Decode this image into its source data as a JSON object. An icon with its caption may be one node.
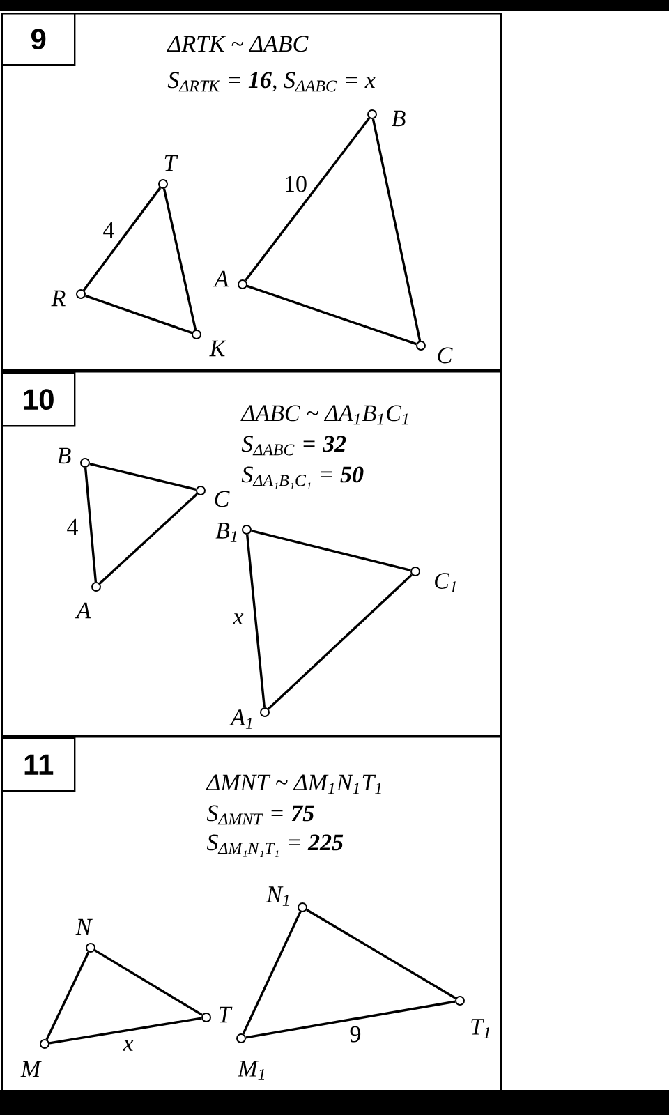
{
  "diagram": {
    "nodes": [
      {
        "text": [
          "ΔRTK ~ ΔABC",
          "S$_{ΔRTK}$ = **16**, S$_{ΔABC}$ = x"
        ]
      },
      {
        "text": [
          "9"
        ],
        "in": 0
      },
      {
        "text": [],
        "shape": "circle",
        "beside": [
          "T"
        ],
        "in": 0
      },
      {
        "text": [],
        "shape": "circle",
        "beside": [
          "R"
        ],
        "in": 0
      },
      {
        "text": [],
        "shape": "circle",
        "beside": [
          "K"
        ],
        "in": 0
      },
      {
        "text": [],
        "shape": "circle",
        "beside": [
          "B"
        ],
        "in": 0
      },
      {
        "text": [],
        "shape": "circle",
        "beside": [
          "A"
        ],
        "in": 0
      },
      {
        "text": [],
        "shape": "circle",
        "beside": [
          "C"
        ],
        "in": 0
      },
      {
        "text": [
          "ΔABC ~ ΔA$_{1}$B$_{1}$C$_{1}$",
          "S$_{ΔABC}$ = **32**",
          "S$_{ΔA₁B₁C₁}$ = **50**"
        ]
      },
      {
        "text": [
          "10"
        ],
        "in": 8
      },
      {
        "text": [],
        "shape": "circle",
        "beside": [
          "B"
        ],
        "in": 8
      },
      {
        "text": [],
        "shape": "circle",
        "beside": [
          "C"
        ],
        "in": 8
      },
      {
        "text": [],
        "shape": "circle",
        "beside": [
          "A"
        ],
        "in": 8
      },
      {
        "text": [],
        "shape": "circle",
        "beside": [
          "B$_{1}$"
        ],
        "in": 8
      },
      {
        "text": [],
        "shape": "circle",
        "beside": [
          "C$_{1}$"
        ],
        "in": 8
      },
      {
        "text": [],
        "shape": "circle",
        "beside": [
          "A$_{1}$"
        ],
        "in": 8
      },
      {
        "text": [
          "ΔMNT ~ ΔM$_{1}$N$_{1}$T$_{1}$",
          "S$_{ΔMNT}$ = **75**",
          "S$_{ΔM₁N₁T₁}$ = **225**"
        ]
      },
      {
        "text": [
          "11"
        ],
        "in": 16
      },
      {
        "text": [],
        "shape": "circle",
        "beside": [
          "N"
        ],
        "in": 16
      },
      {
        "text": [],
        "shape": "circle",
        "beside": [
          "T"
        ],
        "in": 16
      },
      {
        "text": [],
        "shape": "circle",
        "beside": [
          "M"
        ],
        "in": 16
      },
      {
        "text": [],
        "shape": "circle",
        "beside": [
          "N$_{1}$"
        ],
        "in": 16
      },
      {
        "text": [],
        "shape": "circle",
        "beside": [
          "T$_{1}$"
        ],
        "in": 16
      },
      {
        "text": [],
        "shape": "circle",
        "beside": [
          "M$_{1}$"
        ],
        "in": 16
      }
    ],
    "edges": [
      {
        "from": 3,
        "to": 2,
        "arrow": "none",
        "label": "4"
      },
      {
        "from": 2,
        "to": 4,
        "arrow": "none"
      },
      {
        "from": 3,
        "to": 4,
        "arrow": "none"
      },
      {
        "from": 6,
        "to": 5,
        "arrow": "none",
        "label": "10"
      },
      {
        "from": 5,
        "to": 7,
        "arrow": "none"
      },
      {
        "from": 6,
        "to": 7,
        "arrow": "none"
      },
      {
        "from": 10,
        "to": 12,
        "arrow": "none",
        "label": "4"
      },
      {
        "from": 10,
        "to": 11,
        "arrow": "none"
      },
      {
        "from": 11,
        "to": 12,
        "arrow": "none"
      },
      {
        "from": 13,
        "to": 15,
        "arrow": "none",
        "label": "x"
      },
      {
        "from": 13,
        "to": 14,
        "arrow": "none"
      },
      {
        "from": 14,
        "to": 15,
        "arrow": "none"
      },
      {
        "from": 18,
        "to": 20,
        "arrow": "none"
      },
      {
        "from": 18,
        "to": 19,
        "arrow": "none"
      },
      {
        "from": 20,
        "to": 19,
        "arrow": "none",
        "label": "x"
      },
      {
        "from": 21,
        "to": 23,
        "arrow": "none"
      },
      {
        "from": 21,
        "to": 22,
        "arrow": "none"
      },
      {
        "from": 23,
        "to": 22,
        "arrow": "none",
        "label": "9"
      }
    ]
  }
}
